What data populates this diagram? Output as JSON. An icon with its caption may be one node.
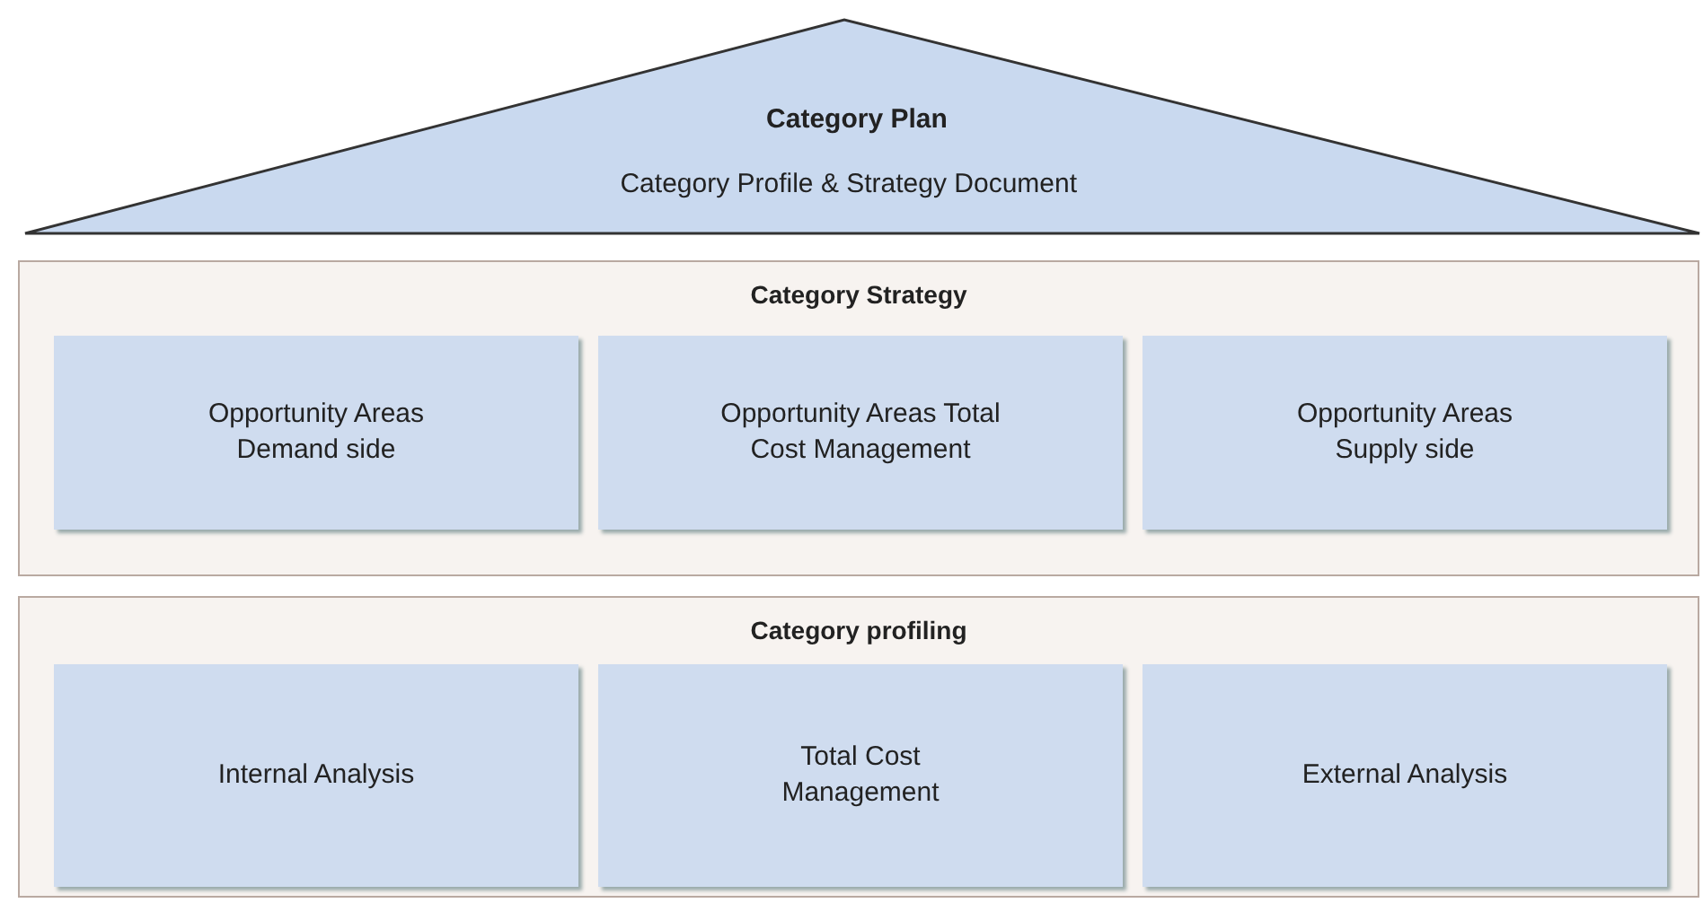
{
  "diagram": {
    "nodes": [
      {
        "text": [
          "Category Plan",
          "Category Profile & Strategy Document"
        ]
      },
      {
        "text": [
          "Category Strategy"
        ]
      },
      {
        "text": [
          "Opportunity Areas Demand side"
        ],
        "in": 1
      },
      {
        "text": [
          "Opportunity Areas Total Cost Management"
        ],
        "in": 1
      },
      {
        "text": [
          "Opportunity Areas Supply side"
        ],
        "in": 1
      },
      {
        "text": [
          "Category profiling"
        ]
      },
      {
        "text": [
          "Internal Analysis"
        ],
        "in": 5
      },
      {
        "text": [
          "Total Cost Management"
        ],
        "in": 5
      },
      {
        "text": [
          "External Analysis"
        ],
        "in": 5
      }
    ]
  }
}
